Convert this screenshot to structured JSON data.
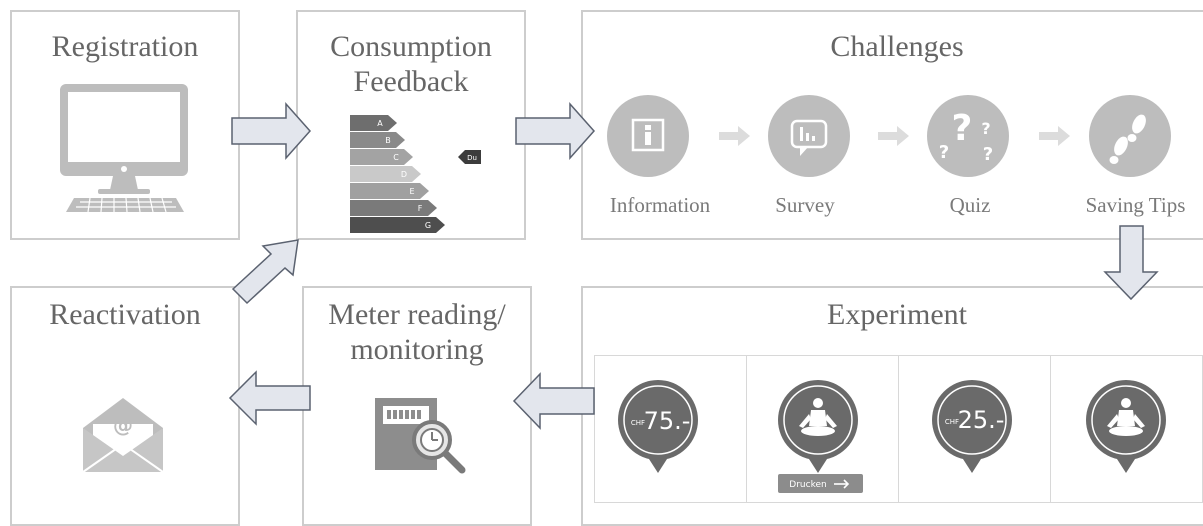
{
  "registration": {
    "title": "Registration"
  },
  "consumption": {
    "title_line1": "Consumption",
    "title_line2": "Feedback",
    "energy_classes": [
      "A",
      "B",
      "C",
      "D",
      "E",
      "F",
      "G"
    ],
    "indicator": "Du"
  },
  "challenges": {
    "title": "Challenges",
    "steps": [
      {
        "label": "Information",
        "icon": "information-icon"
      },
      {
        "label": "Survey",
        "icon": "survey-chart-icon"
      },
      {
        "label": "Quiz",
        "icon": "question-marks-icon"
      },
      {
        "label": "Saving Tips",
        "icon": "footprints-icon"
      }
    ]
  },
  "experiment": {
    "title": "Experiment",
    "items": [
      {
        "type": "price",
        "currency": "CHF",
        "amount": "75.-"
      },
      {
        "type": "meditation",
        "button": "Drucken"
      },
      {
        "type": "price",
        "currency": "CHF",
        "amount": "25.-"
      },
      {
        "type": "meditation"
      }
    ]
  },
  "meter": {
    "title_line1": "Meter reading/",
    "title_line2": "monitoring"
  },
  "reactivation": {
    "title": "Reactivation",
    "icon": "email-envelope-icon"
  },
  "colors": {
    "border": "#cdcdcd",
    "title_text": "#666666",
    "icon_gray": "#bdbdbd",
    "dark_marker": "#6a6a6a",
    "arrow_fill": "#e3e6ed",
    "arrow_stroke": "#5b6270"
  }
}
